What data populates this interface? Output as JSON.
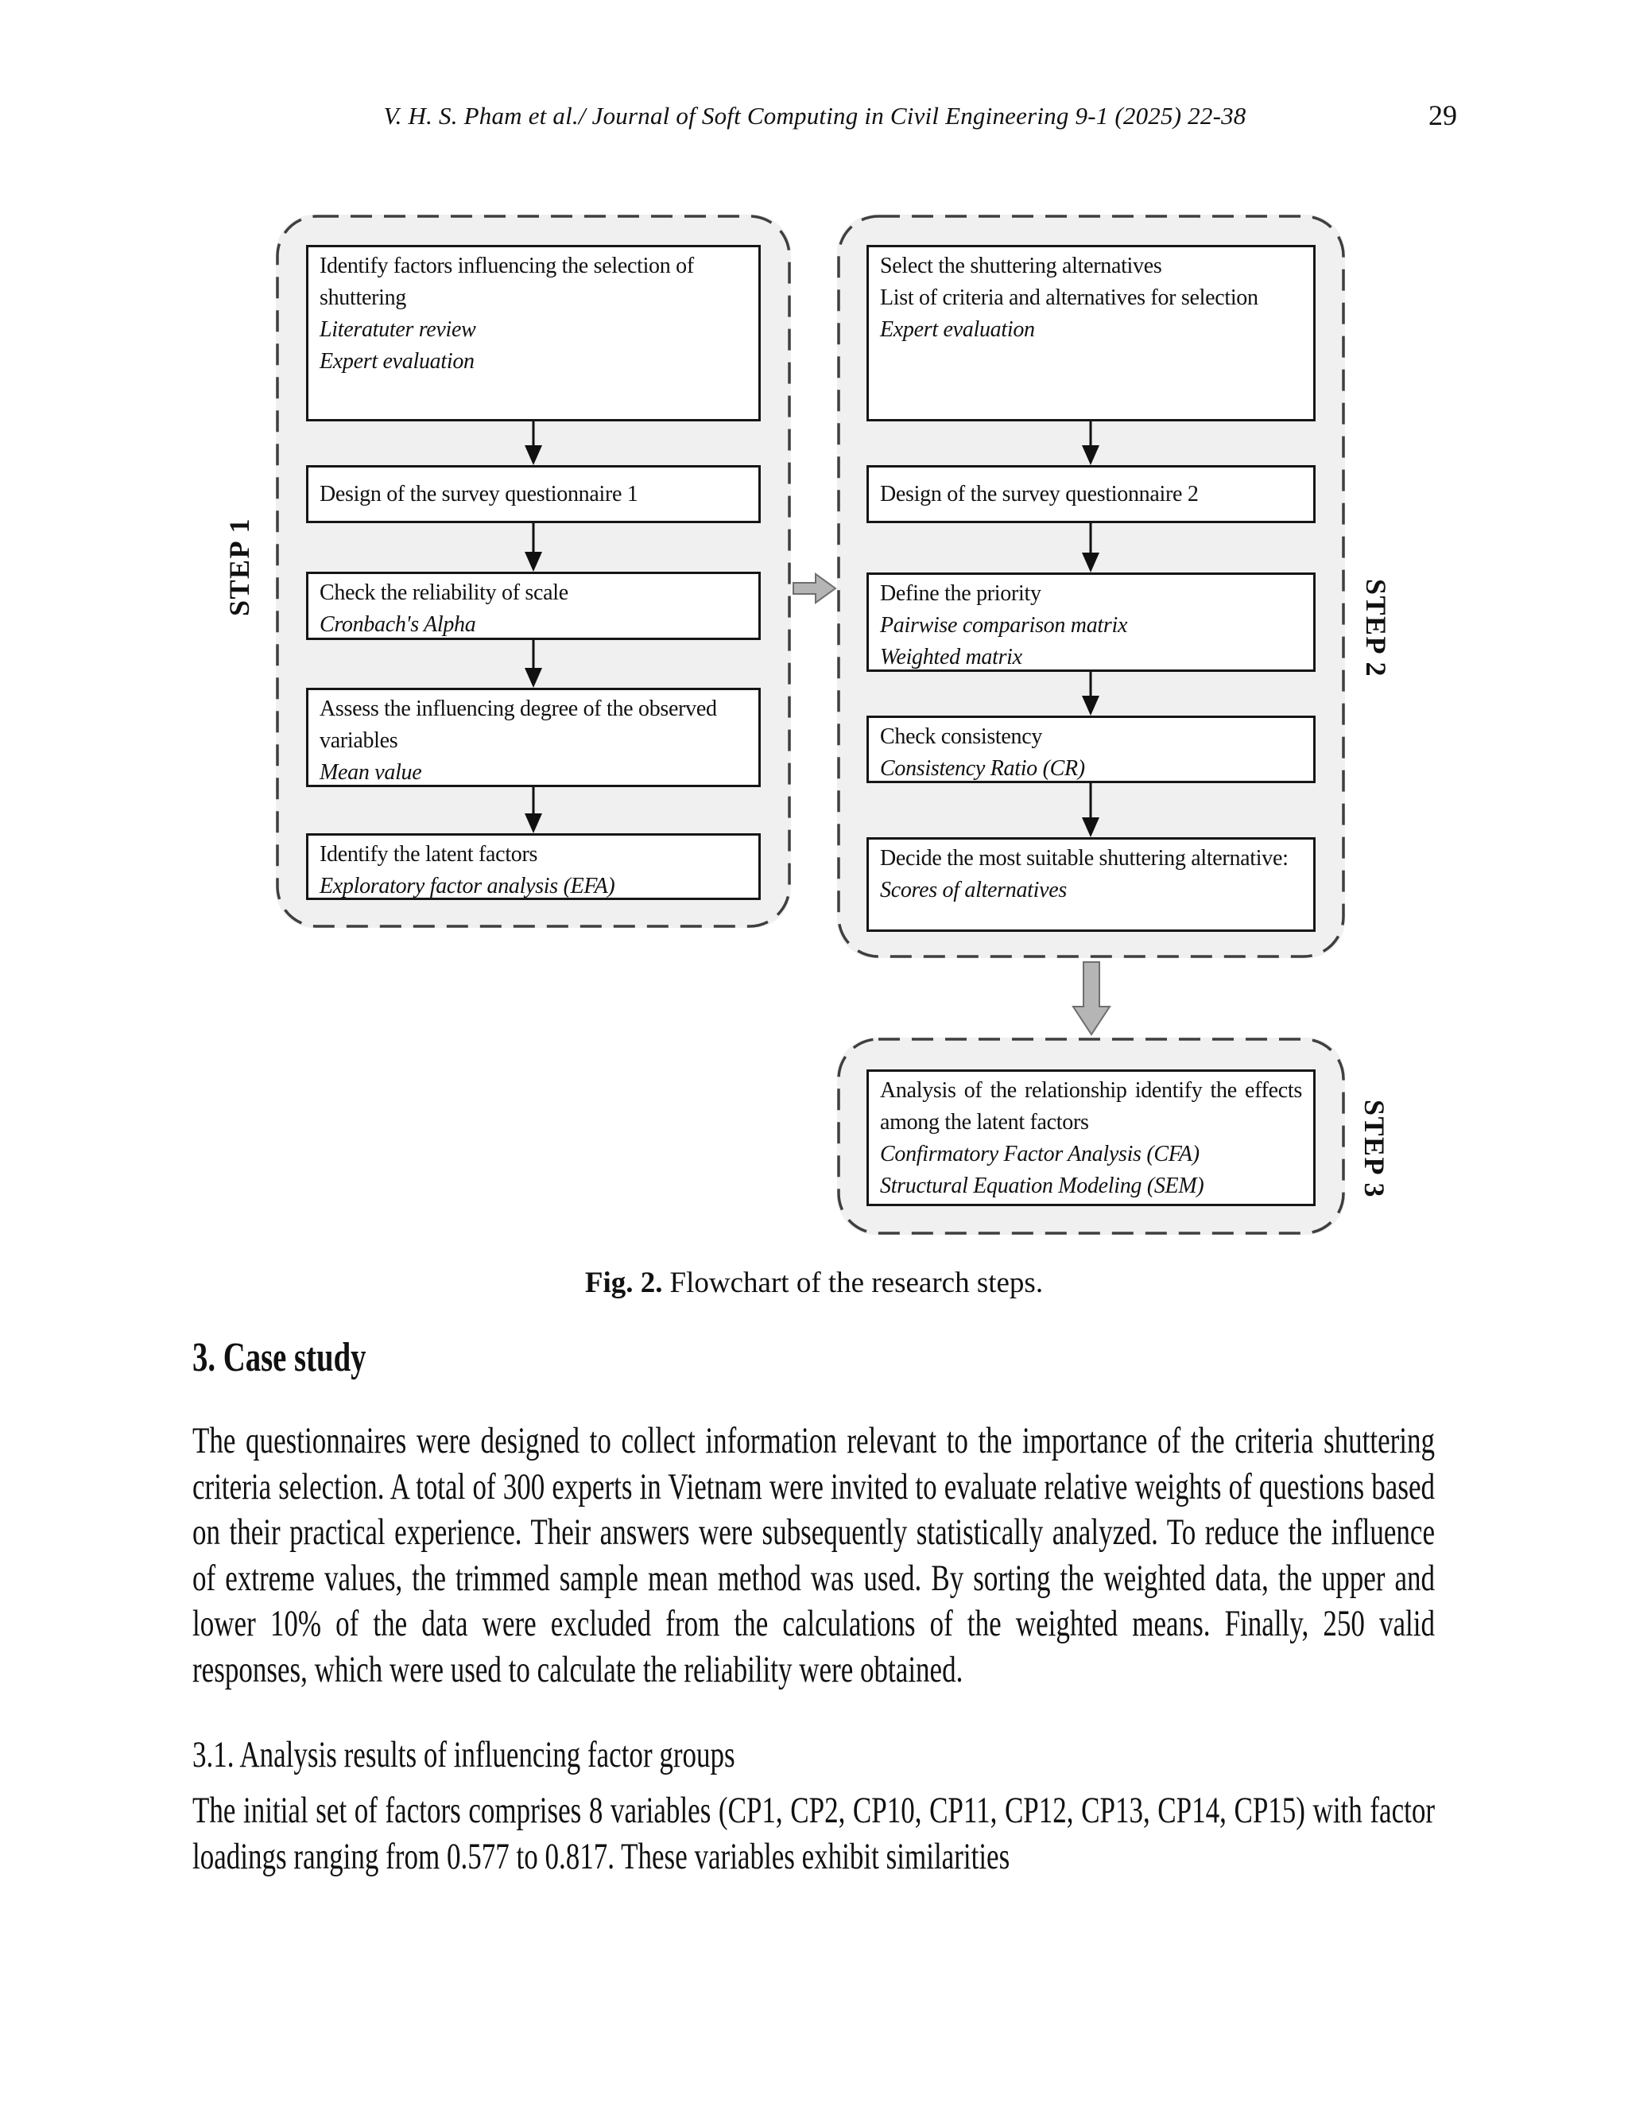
{
  "header": {
    "citation": "V. H. S. Pham et al./ Journal of Soft Computing in Civil Engineering 9-1 (2025) 22-38",
    "page_number": "29"
  },
  "figure": {
    "caption": {
      "label": "Fig. 2.",
      "text": "Flowchart of the research steps."
    },
    "step1": {
      "label": "STEP 1",
      "box1": {
        "title": "Identify factors influencing the selection of shuttering",
        "method1": "Literatuter review",
        "method2": "Expert evaluation"
      },
      "box2": {
        "title": "Design of the survey questionnaire 1"
      },
      "box3": {
        "title": "Check the reliability of scale",
        "method1": "Cronbach's Alpha"
      },
      "box4": {
        "title": "Assess the influencing degree of the observed variables",
        "method1": "Mean value"
      },
      "box5": {
        "title": "Identify the latent factors",
        "method1": "Exploratory factor analysis (EFA)"
      }
    },
    "step2": {
      "label": "STEP 2",
      "box1": {
        "title": "Select the shuttering alternatives",
        "subtitle": "List of criteria and alternatives for selection",
        "method1": "Expert evaluation"
      },
      "box2": {
        "title": "Design of the survey questionnaire 2"
      },
      "box3": {
        "title": "Define the priority",
        "method1": "Pairwise comparison matrix",
        "method2": "Weighted matrix"
      },
      "box4": {
        "title": "Check consistency",
        "method1": "Consistency Ratio (CR)"
      },
      "box5": {
        "title": "Decide the most suitable shuttering alternative:",
        "method1": "Scores of alternatives"
      }
    },
    "step3": {
      "label": "STEP 3",
      "box1": {
        "title": "Analysis of the relationship identify the effects among the latent factors",
        "method1": "Confirmatory Factor Analysis (CFA)",
        "method2": "Structural Equation Modeling (SEM)"
      }
    },
    "colors": {
      "panel_bg": "#f0f0f0",
      "dash": "#3f3f3f",
      "gray_arrow": "#b5b5b5"
    }
  },
  "section": {
    "heading": "3. Case study",
    "paragraph": "The questionnaires were designed to collect information relevant to the importance of the criteria shuttering criteria selection. A total of 300 experts in Vietnam were invited to evaluate relative weights of questions based on their practical experience. Their answers were subsequently statistically analyzed. To reduce the influence of extreme values, the trimmed sample mean method was used. By sorting the weighted data, the upper and lower 10% of the data were excluded from the calculations of the weighted means. Finally, 250 valid responses, which were used to calculate the reliability were obtained."
  },
  "subsection": {
    "heading": "3.1. Analysis results of influencing factor groups",
    "paragraph": "The initial set of factors comprises 8 variables (CP1, CP2, CP10, CP11, CP12, CP13, CP14, CP15) with factor loadings ranging from 0.577 to 0.817. These variables exhibit similarities"
  }
}
